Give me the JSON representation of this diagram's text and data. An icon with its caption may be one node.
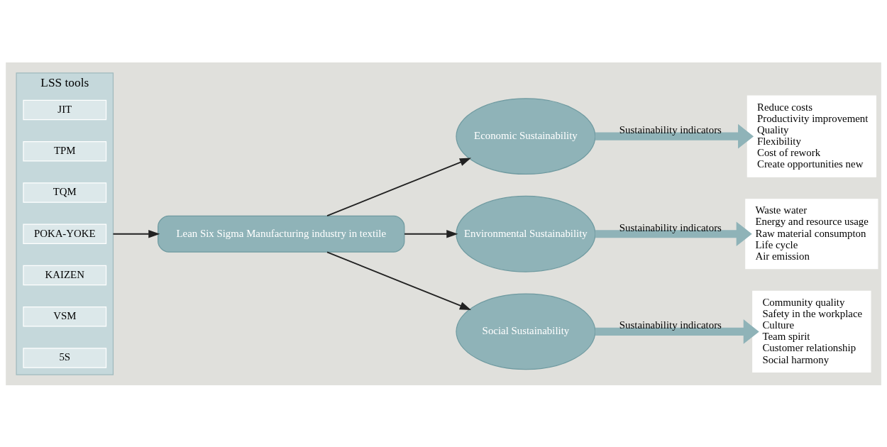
{
  "diagram": {
    "nodes": [
      {
        "text": [
          "LSS tools"
        ]
      },
      {
        "text": [
          "JIT"
        ],
        "in": 0
      },
      {
        "text": [
          "TPM"
        ],
        "in": 0
      },
      {
        "text": [
          "TQM"
        ],
        "in": 0
      },
      {
        "text": [
          "POKA-YOKE"
        ],
        "in": 0
      },
      {
        "text": [
          "KAIZEN"
        ],
        "in": 0
      },
      {
        "text": [
          "VSM"
        ],
        "in": 0
      },
      {
        "text": [
          "5S"
        ],
        "in": 0
      },
      {
        "text": [
          "Lean Six Sigma Manufacturing industry in textile"
        ]
      },
      {
        "text": [
          "Economic Sustainability"
        ]
      },
      {
        "text": [
          "Environmental Sustainability"
        ]
      },
      {
        "text": [
          "Social Sustainability"
        ]
      },
      {
        "text": [
          "Reduce costs",
          "Productivity improvement",
          "Quality",
          "Flexibility",
          "Cost of rework",
          "Create opportunities new"
        ]
      },
      {
        "text": [
          "Waste water",
          "Energy and resource usage",
          "Raw material consumpton",
          "Life cycle",
          "Air emission"
        ]
      },
      {
        "text": [
          "Community quality",
          "Safety in the workplace",
          "Culture",
          "Team spirit",
          "Customer relationship",
          "Social harmony"
        ]
      }
    ],
    "edges": [
      {
        "from": 0,
        "to": 8,
        "arrow": "to"
      },
      {
        "from": 8,
        "to": 9,
        "arrow": "to"
      },
      {
        "from": 8,
        "to": 10,
        "arrow": "to"
      },
      {
        "from": 8,
        "to": 11,
        "arrow": "to"
      },
      {
        "from": 9,
        "to": 12,
        "arrow": "to",
        "label": "Sustainability indicators",
        "style": "thick",
        "color": "#8fb3b8"
      },
      {
        "from": 10,
        "to": 13,
        "arrow": "to",
        "label": "Sustainability indicators",
        "style": "thick",
        "color": "#8fb3b8"
      },
      {
        "from": 11,
        "to": 14,
        "arrow": "to",
        "label": "Sustainability indicators",
        "style": "thick",
        "color": "#8fb3b8"
      }
    ]
  }
}
